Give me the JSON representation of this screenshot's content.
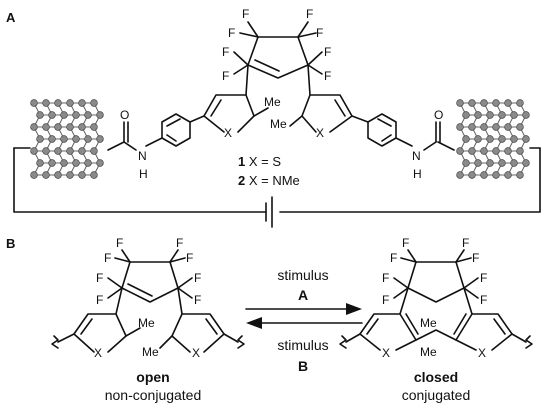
{
  "panels": {
    "a": "A",
    "b": "B"
  },
  "atoms": {
    "f": "F",
    "me": "Me",
    "x": "X",
    "o": "O",
    "n": "N",
    "h": "H"
  },
  "compounds": [
    {
      "num": "1",
      "text": " X = S"
    },
    {
      "num": "2",
      "text": " X = NMe"
    }
  ],
  "arrows": {
    "forward": {
      "line1": "stimulus",
      "line2": "A"
    },
    "reverse": {
      "line1": "stimulus",
      "line2": "B"
    }
  },
  "states": {
    "open": {
      "name": "open",
      "desc": "non-conjugated"
    },
    "closed": {
      "name": "closed",
      "desc": "conjugated"
    }
  }
}
